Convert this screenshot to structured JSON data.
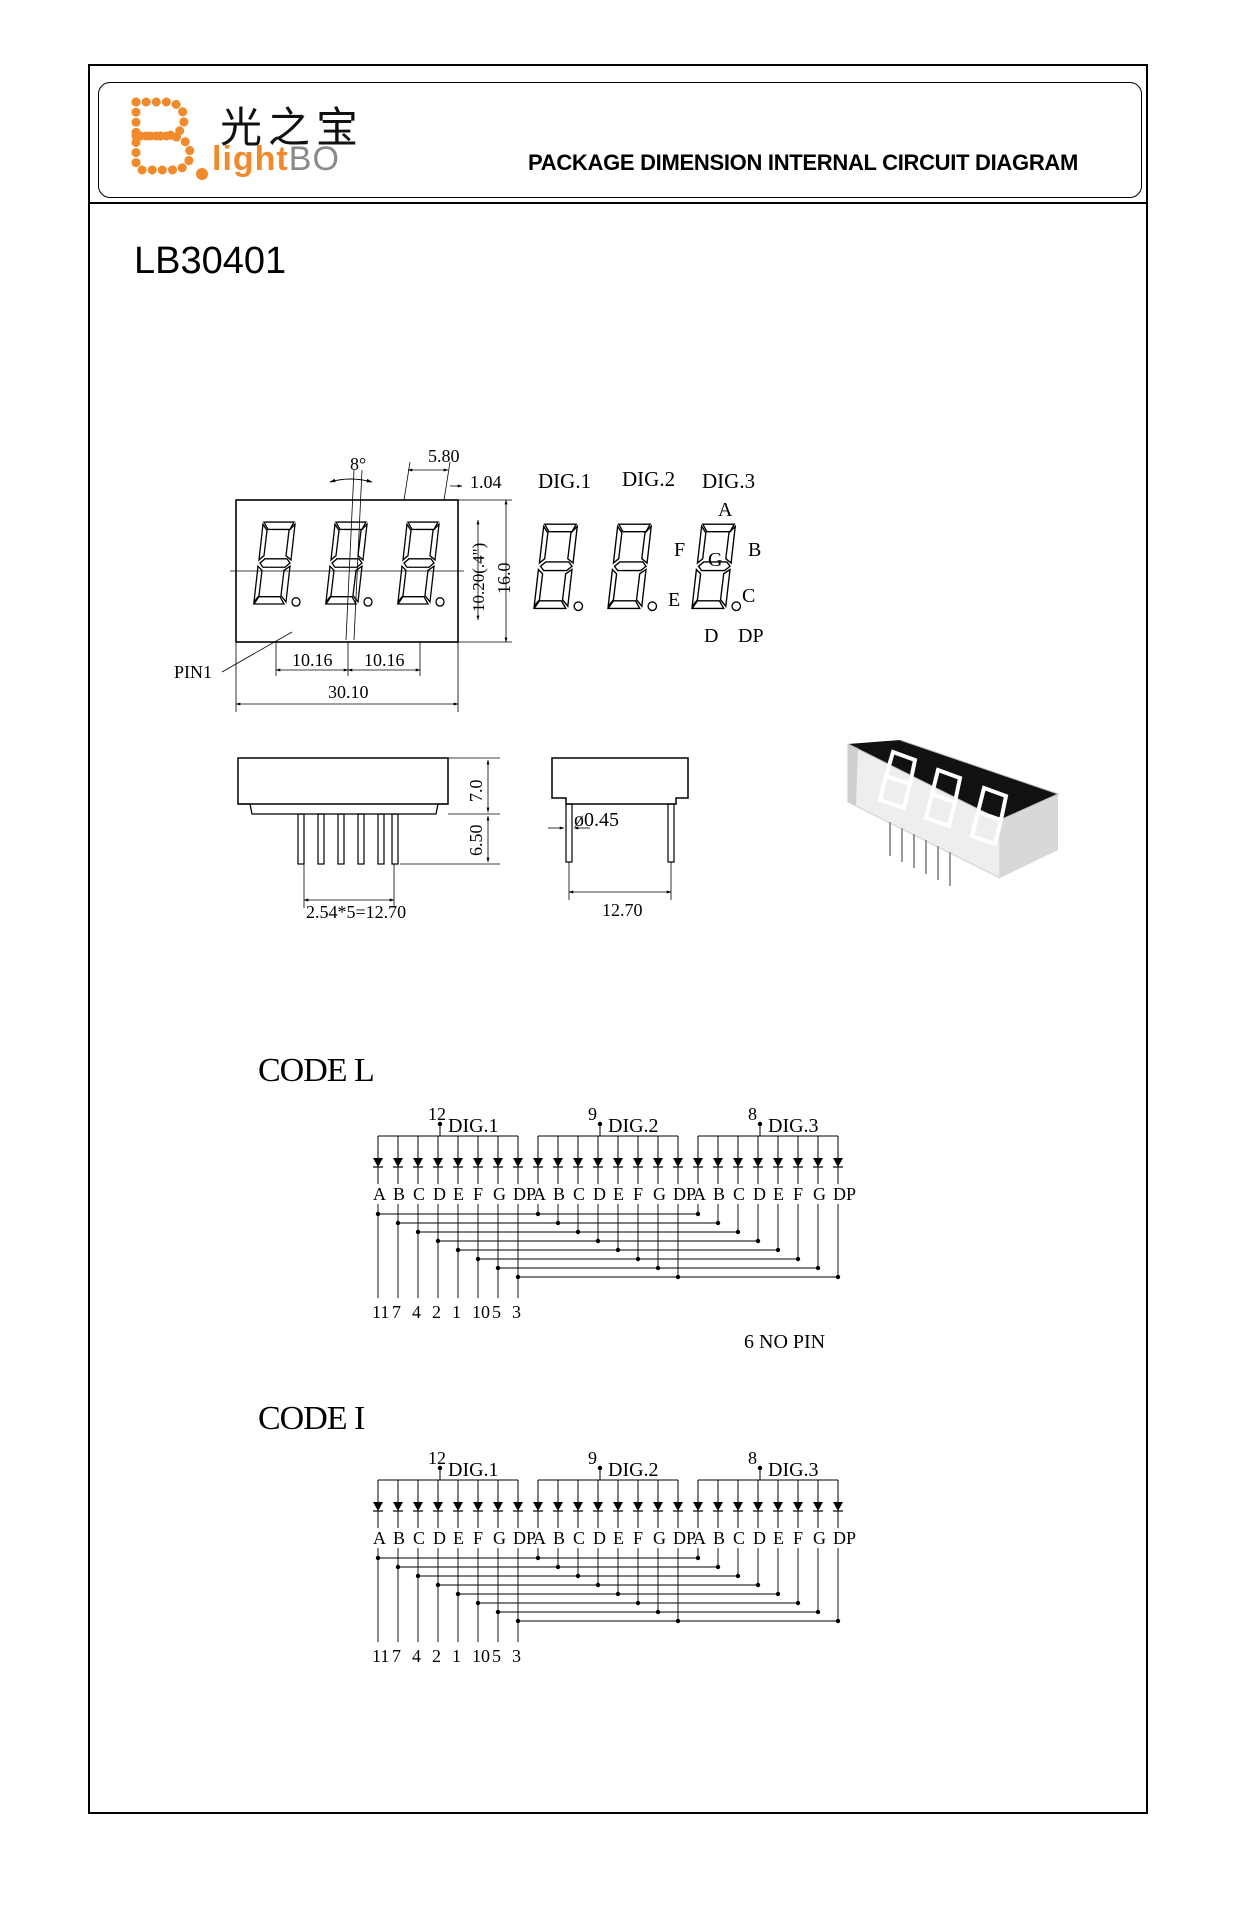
{
  "header": {
    "logo_cn": "光之宝",
    "logo_word_light": "light",
    "logo_word_bo": "BO",
    "title": "PACKAGE DIMENSION INTERNAL CIRCUIT DIAGRAM"
  },
  "part_number": "LB30401",
  "front_view": {
    "angle": "8°",
    "dim_seg_width": "5.80",
    "dim_dp": "1.04",
    "dim_height_char": "10.20(.4\")",
    "dim_height": "16.0",
    "dim_pitch_1": "10.16",
    "dim_pitch_2": "10.16",
    "dim_width": "30.10",
    "pin1_label": "PIN1"
  },
  "segment_legend": {
    "dig1": "DIG.1",
    "dig2": "DIG.2",
    "dig3": "DIG.3",
    "seg_a": "A",
    "seg_b": "B",
    "seg_c": "C",
    "seg_d": "D",
    "seg_e": "E",
    "seg_f": "F",
    "seg_g": "G",
    "seg_dp": "DP"
  },
  "side_views": {
    "dim_body": "7.0",
    "dim_pin_len": "6.50",
    "dim_pin_span": "2.54*5=12.70",
    "dim_pin_dia": "ø0.45",
    "dim_depth": "12.70"
  },
  "code_l": {
    "title": "CODE L",
    "common_pins": [
      "12",
      "9",
      "8"
    ],
    "digits": [
      "DIG.1",
      "DIG.2",
      "DIG.3"
    ],
    "segments": [
      "A",
      "B",
      "C",
      "D",
      "E",
      "F",
      "G",
      "DP"
    ],
    "pin_numbers": [
      "11",
      "7",
      "4",
      "2",
      "1",
      "10",
      "5",
      "3"
    ],
    "note": "6 NO PIN"
  },
  "code_i": {
    "title": "CODE I",
    "common_pins": [
      "12",
      "9",
      "8"
    ],
    "digits": [
      "DIG.1",
      "DIG.2",
      "DIG.3"
    ],
    "segments": [
      "A",
      "B",
      "C",
      "D",
      "E",
      "F",
      "G",
      "DP"
    ],
    "pin_numbers": [
      "11",
      "7",
      "4",
      "2",
      "1",
      "10",
      "5",
      "3"
    ]
  },
  "colors": {
    "logo_orange": "#f08a2a",
    "logo_gray": "#8a8a8a"
  }
}
